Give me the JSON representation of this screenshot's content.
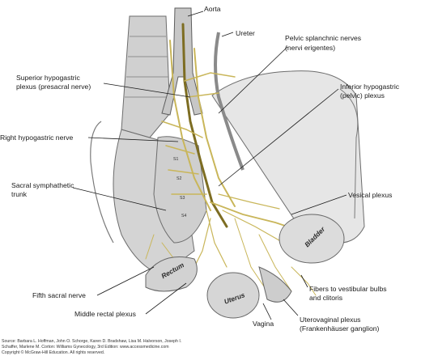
{
  "labels": {
    "aorta": "Aorta",
    "ureter": "Ureter",
    "pelvic_splanchnic_1": "Pelvic splanchnic nerves",
    "pelvic_splanchnic_2": "(nervi erigentes)",
    "superior_hypogastric_1": "Superior hypogastric",
    "superior_hypogastric_2": "plexus (presacral nerve)",
    "inferior_hypogastric_1": "Inferior hypogastric",
    "inferior_hypogastric_2": "(pelvic) plexus",
    "right_hypogastric": "Right hypogastric nerve",
    "sacral_trunk_1": "Sacral symphathetic",
    "sacral_trunk_2": "trunk",
    "vesical_plexus": "Vesical plexus",
    "fifth_sacral": "Fifth sacral nerve",
    "middle_rectal": "Middle rectal plexus",
    "vestibular_1": "Fibers to vestibular bulbs",
    "vestibular_2": "and clitoris",
    "vagina": "Vagina",
    "uterovaginal_1": "Uterovaginal plexus",
    "uterovaginal_2": "(Frankenhäuser ganglion)"
  },
  "organs": {
    "bladder": "Bladder",
    "rectum": "Rectum",
    "uterus": "Uterus"
  },
  "vertebra_marks": {
    "s1": "S1",
    "s2": "S2",
    "s3": "S3",
    "s4": "S4"
  },
  "credits": {
    "line1": "Source: Barbara L. Hoffman, John O. Schorge, Karen D. Bradshaw, Lisa M. Halvorson, Joseph I.",
    "line2": "Schaffer, Marlene M. Corton: Williams Gynecology, 3rd Edition: www.accessmedicine.com",
    "line3": "Copyright © McGraw-Hill Education. All rights reserved."
  },
  "colors": {
    "nerve": "#c9b65a",
    "bone": "#d8d8d8",
    "tissue": "#bdbdbd"
  }
}
